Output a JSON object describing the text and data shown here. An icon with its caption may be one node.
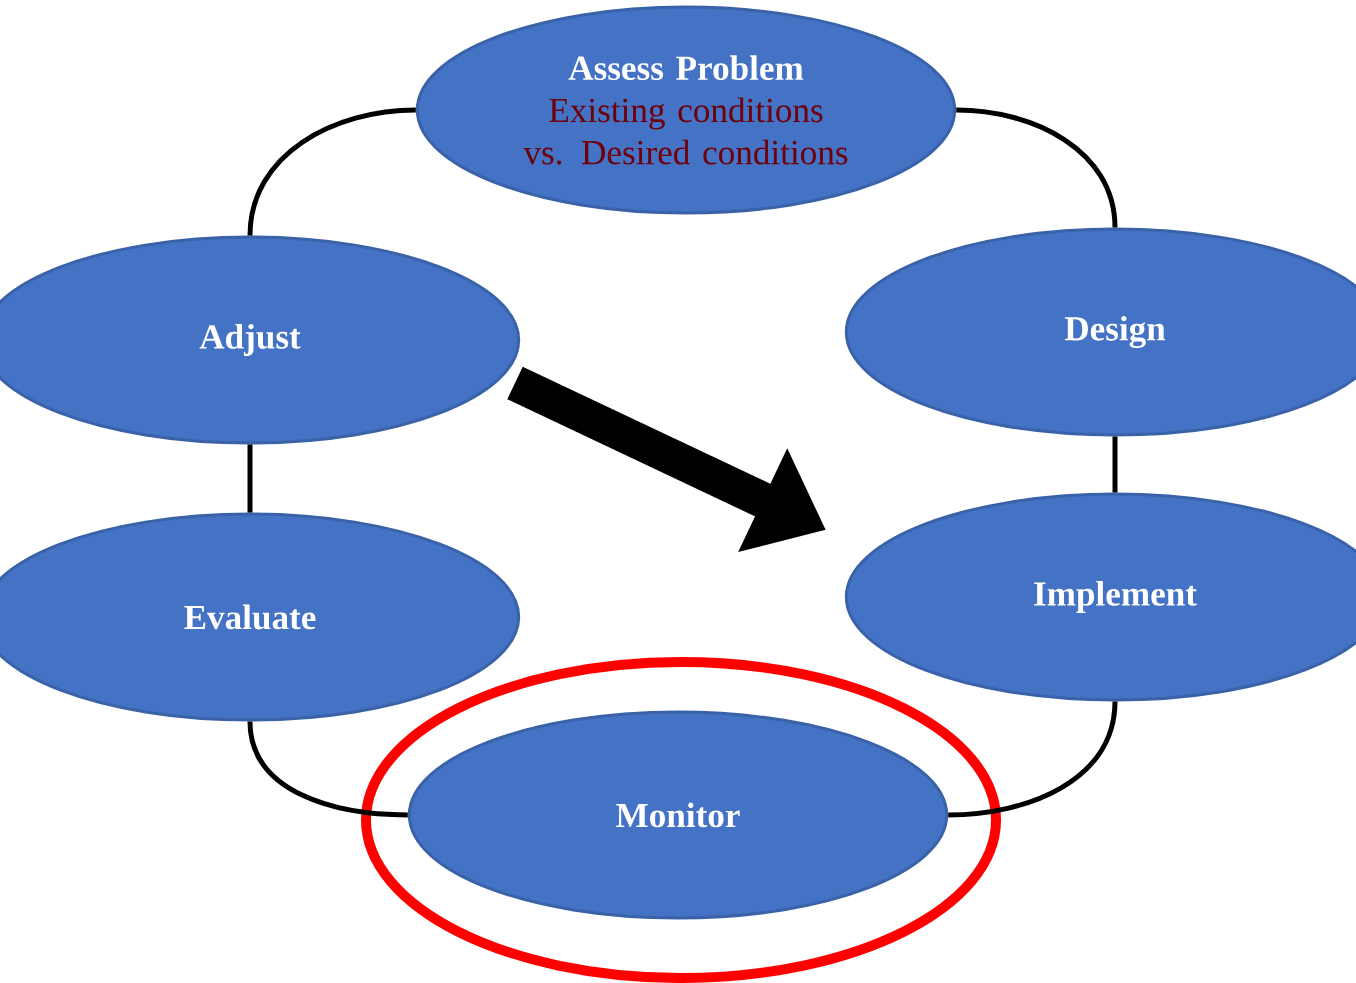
{
  "diagram": {
    "nodes": [
      {
        "text": [
          "Assess Problem",
          "Existing conditions vs. Desired conditions"
        ]
      },
      {
        "text": [
          "Design"
        ]
      },
      {
        "text": [
          "Implement"
        ]
      },
      {
        "text": [
          "Monitor"
        ]
      },
      {
        "text": [
          "Evaluate"
        ]
      },
      {
        "text": [
          "Adjust"
        ]
      }
    ],
    "edges": [
      {
        "from": 0,
        "to": 1,
        "arrow": "none"
      },
      {
        "from": 1,
        "to": 2,
        "arrow": "none"
      },
      {
        "from": 2,
        "to": 3,
        "arrow": "none"
      },
      {
        "from": 3,
        "to": 4,
        "arrow": "none"
      },
      {
        "from": 4,
        "to": 5,
        "arrow": "none"
      },
      {
        "from": 5,
        "to": 0,
        "arrow": "none"
      }
    ]
  }
}
